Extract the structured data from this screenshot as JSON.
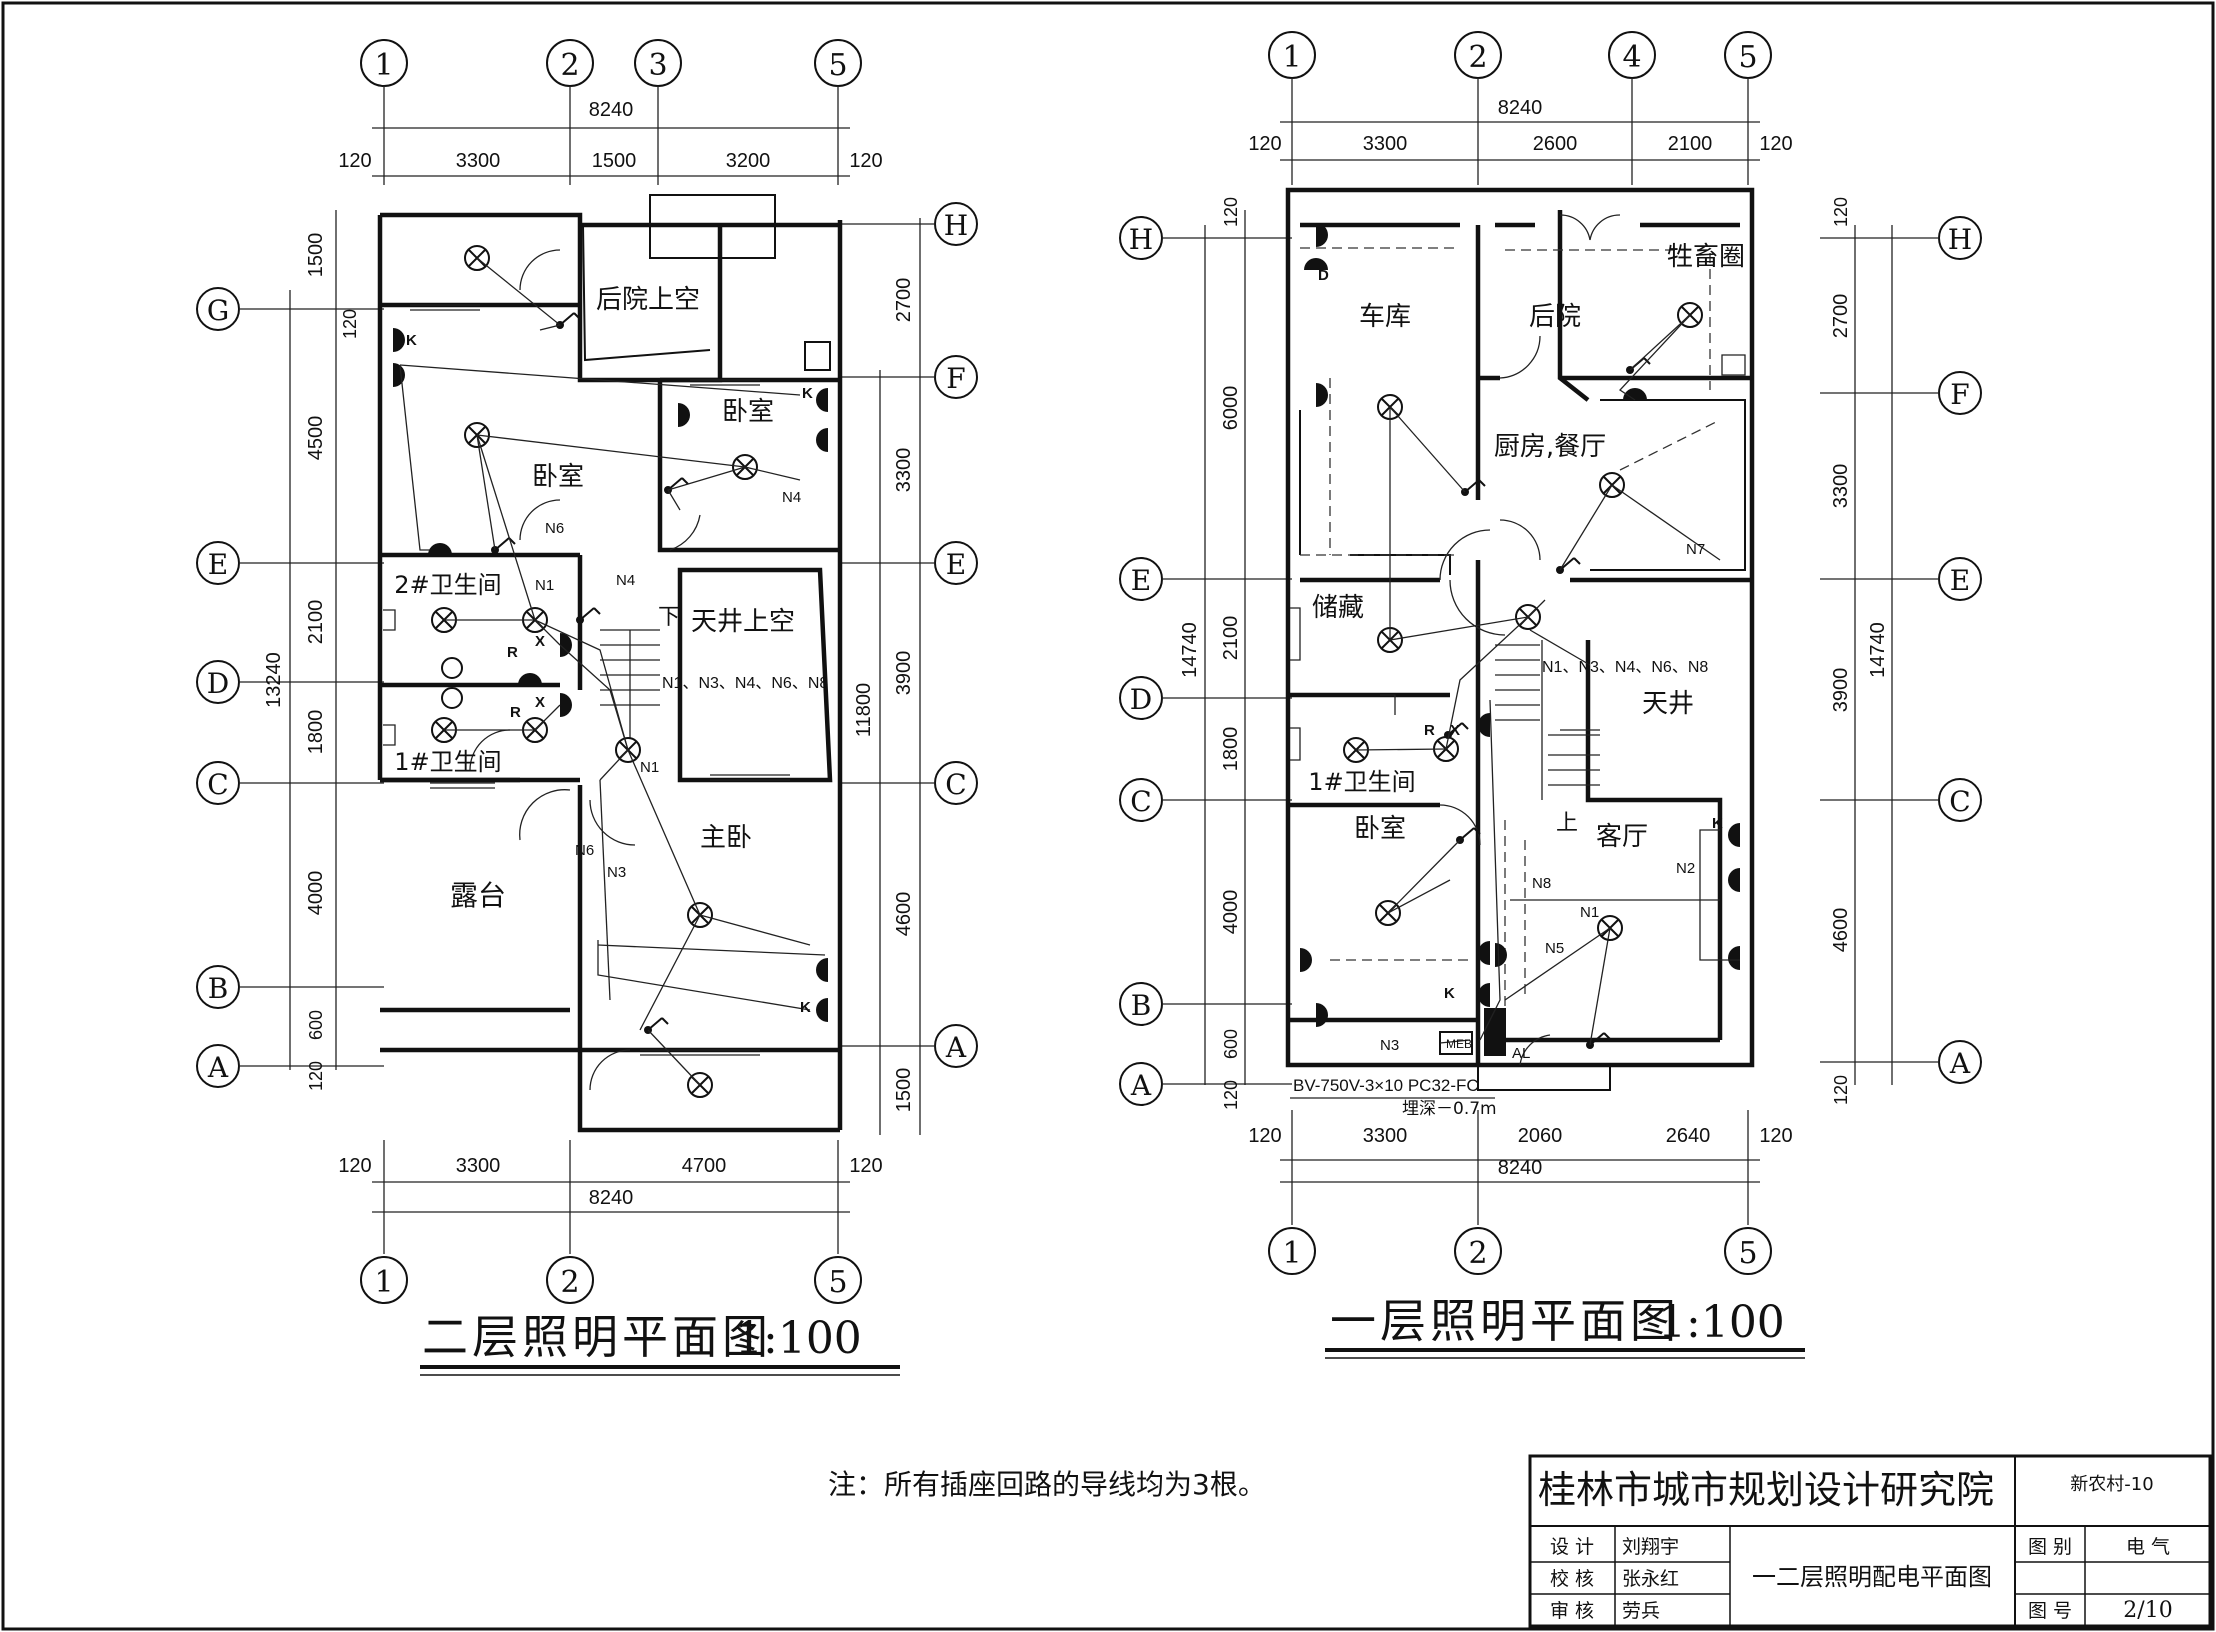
{
  "plan2": {
    "title": "二层照明平面图",
    "scale": "1:100",
    "axes_top": [
      "1",
      "2",
      "3",
      "5"
    ],
    "axes_bottom": [
      "1",
      "2",
      "5"
    ],
    "axes_left": [
      "G",
      "E",
      "D",
      "C",
      "B",
      "A"
    ],
    "axes_right": [
      "H",
      "F",
      "E",
      "C",
      "A"
    ],
    "dim_top_total": "8240",
    "dim_top": [
      "120",
      "3300",
      "1500",
      "3200",
      "120"
    ],
    "dim_bottom": [
      "120",
      "3300",
      "4700",
      "120"
    ],
    "dim_bottom_total": "8240",
    "dim_left": [
      "1500",
      "120",
      "4500",
      "2100",
      "1800",
      "4000",
      "600",
      "120"
    ],
    "dim_left_total": "13240",
    "dim_right": [
      "2700",
      "3300",
      "3900",
      "4600",
      "1500"
    ],
    "dim_right_total": "11800",
    "rooms": {
      "backyard_void": "后院上空",
      "bedroom_ne": "卧室",
      "bedroom_nw": "卧室",
      "bath2": "2#卫生间",
      "bath1": "1#卫生间",
      "patio_void": "天井上空",
      "master": "主卧",
      "terrace": "露台"
    },
    "circuits": [
      "N1",
      "N3",
      "N4",
      "N6",
      "N8"
    ],
    "circuit_note": "N1、N3、N4、N6、N8",
    "labels": {
      "n1": "N1",
      "n4a": "N4",
      "n4b": "N4",
      "n6a": "N6",
      "n6b": "N6",
      "n1b": "N1",
      "n3": "N3",
      "k1": "K",
      "k2": "K",
      "k3": "K",
      "r1": "R",
      "r2": "R",
      "x1": "X",
      "x2": "X",
      "down": "下"
    }
  },
  "plan1": {
    "title": "一层照明平面图",
    "scale": "1:100",
    "axes_top": [
      "1",
      "2",
      "4",
      "5"
    ],
    "axes_bottom": [
      "1",
      "2",
      "5"
    ],
    "axes_left": [
      "H",
      "E",
      "D",
      "C",
      "B",
      "A"
    ],
    "axes_right": [
      "H",
      "F",
      "E",
      "C",
      "A"
    ],
    "dim_top_total": "8240",
    "dim_top": [
      "120",
      "3300",
      "2600",
      "2100",
      "120"
    ],
    "dim_bottom": [
      "120",
      "3300",
      "2060",
      "2640",
      "120"
    ],
    "dim_bottom_total": "8240",
    "dim_left": [
      "120",
      "6000",
      "2100",
      "1800",
      "4000",
      "600",
      "120"
    ],
    "dim_left_total": "14740",
    "dim_right": [
      "120",
      "2700",
      "3300",
      "3900",
      "4600",
      "120"
    ],
    "dim_right_total": "14740",
    "rooms": {
      "garage": "车库",
      "backyard": "后院",
      "livestock": "牲畜圈",
      "kitchen": "厨房,餐厅",
      "storage": "储藏",
      "patio": "天井",
      "bath1": "1#卫生间",
      "bedroom": "卧室",
      "living": "客厅"
    },
    "circuit_note": "N1、N3、N4、N6、N8",
    "cable": "BV-750V-3×10  PC32-FC",
    "depth": "埋深－0.7m",
    "labels": {
      "n7": "N7",
      "n8": "N8",
      "n1": "N1",
      "n5": "N5",
      "n2": "N2",
      "n3": "N3",
      "meb": "MEB",
      "al": "AL",
      "d": "D",
      "k1": "K",
      "k2": "K",
      "r": "R",
      "x": "X",
      "up": "上"
    }
  },
  "note": "注：所有插座回路的导线均为3根。",
  "title_block": {
    "institute": "桂林市城市规划设计研究院",
    "project": "新农村-10",
    "design_label": "设 计",
    "design_name": "刘翔宇",
    "check_label": "校 核",
    "check_name": "张永红",
    "review_label": "审 核",
    "review_name": "劳兵",
    "drawing_title": "一二层照明配电平面图",
    "category_label": "图 别",
    "category_value": "电 气",
    "number_label": "图 号",
    "number_value": "2/10"
  }
}
